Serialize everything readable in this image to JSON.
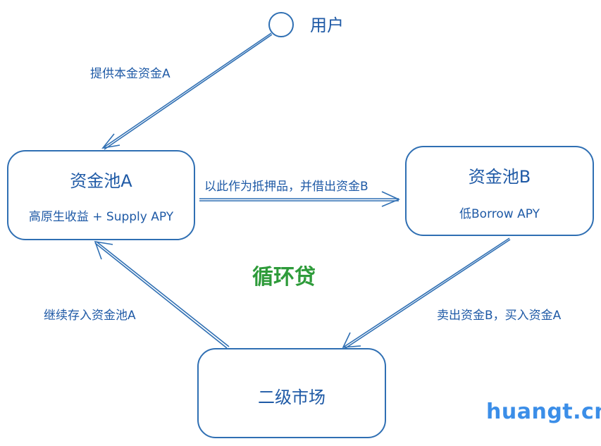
{
  "nodes": {
    "user": {
      "label": "用户"
    },
    "pool_a": {
      "title": "资金池A",
      "subtitle": "高原生收益 + Supply APY"
    },
    "pool_b": {
      "title": "资金池B",
      "subtitle": "低Borrow APY"
    },
    "market": {
      "title": "二级市场"
    }
  },
  "edges": {
    "user_to_a": "提供本金资金A",
    "a_to_b": "以此作为抵押品，并借出资金B",
    "b_to_market": "卖出资金B，买入资金A",
    "market_to_a": "继续存入资金池A"
  },
  "center_label": "循环贷",
  "watermark": "huangt.cn",
  "colors": {
    "stroke": "#2f6fb3",
    "text": "#1f5aa6",
    "center_label": "#2e9b3a",
    "watermark": "#3b8ee8"
  }
}
